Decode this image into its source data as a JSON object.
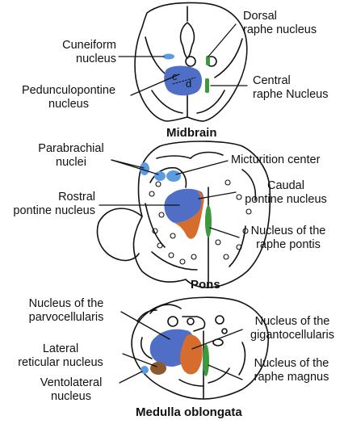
{
  "colors": {
    "blue": "#4f6fc6",
    "light_blue": "#5d9be0",
    "orange": "#d66d2f",
    "green": "#3c9a3c",
    "brown": "#8a5a2e",
    "outline": "#111111"
  },
  "midbrain": {
    "title": "Midbrain",
    "cuneiform": [
      "Cuneiform",
      "nucleus"
    ],
    "pedunculopontine": [
      "Pedunculopontine",
      "nucleus"
    ],
    "dorsal_raphe": [
      "Dorsal",
      "raphe nucleus"
    ],
    "central_raphe": [
      "Central",
      "raphe Nucleus"
    ],
    "letter_c": "c",
    "letter_d": "d"
  },
  "pons": {
    "title": "Pons",
    "parabrachial": [
      "Parabrachial",
      "nuclei"
    ],
    "micturition": "Micturition center",
    "rostral_pontine": [
      "Rostral",
      "pontine nucleus"
    ],
    "caudal_pontine": [
      "Caudal",
      "pontine nucleus"
    ],
    "raphe_pontis": [
      "Nucleus of the",
      "raphe pontis"
    ]
  },
  "medulla": {
    "title": "Medulla oblongata",
    "parvocellularis": [
      "Nucleus of the",
      "parvocellularis"
    ],
    "lateral_reticular": [
      "Lateral",
      "reticular nucleus"
    ],
    "ventrolateral": [
      "Ventolateral",
      "nucleus"
    ],
    "gigantocellularis": [
      "Nucleus of the",
      "gigantocellularis"
    ],
    "raphe_magnus": [
      "Nucleus of the",
      "raphe magnus"
    ]
  }
}
